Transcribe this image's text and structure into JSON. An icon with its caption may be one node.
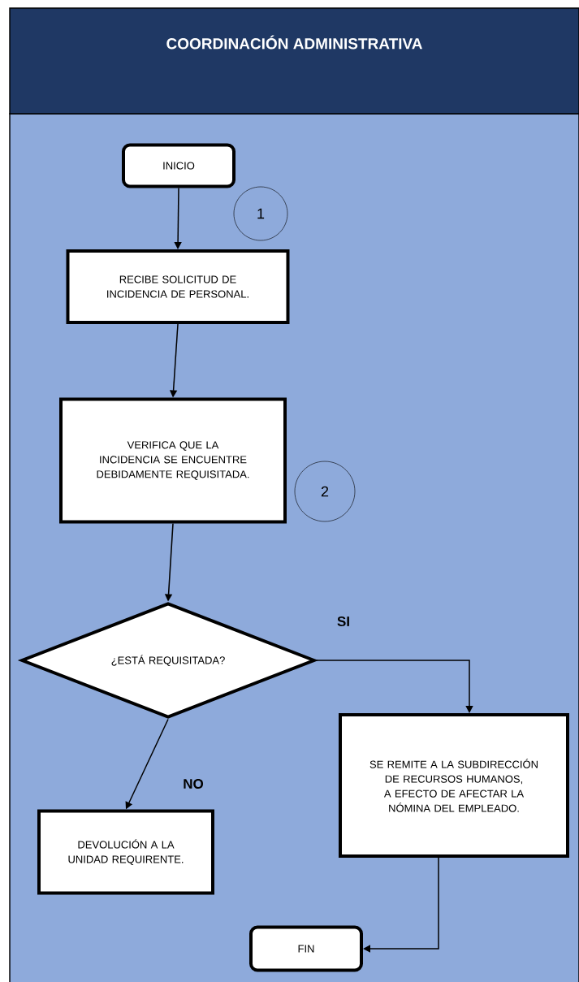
{
  "diagram": {
    "title": "COORDINACIÓN ADMINISTRATIVA",
    "nodes": [
      {
        "text": [
          "INICIO"
        ]
      },
      {
        "text": [
          "1"
        ]
      },
      {
        "text": [
          "RECIBE SOLICITUD DE INCIDENCIA DE PERSONAL."
        ]
      },
      {
        "text": [
          "VERIFICA QUE LA INCIDENCIA SE ENCUENTRE DEBIDAMENTE REQUISITADA."
        ]
      },
      {
        "text": [
          "2"
        ]
      },
      {
        "text": [
          "¿ESTÁ REQUISITADA?"
        ]
      },
      {
        "text": [
          "SE REMITE A LA SUBDIRECCIÓN DE RECURSOS HUMANOS, A EFECTO DE AFECTAR LA NÓMINA DEL EMPLEADO."
        ]
      },
      {
        "text": [
          "DEVOLUCIÓN A LA UNIDAD REQUIRENTE."
        ]
      },
      {
        "text": [
          "FIN"
        ]
      }
    ],
    "edges": [
      {
        "from": 0,
        "to": 2,
        "arrow": "to"
      },
      {
        "from": 2,
        "to": 3,
        "arrow": "to"
      },
      {
        "from": 3,
        "to": 5,
        "arrow": "to"
      },
      {
        "from": 5,
        "to": 6,
        "arrow": "to",
        "label": "SI"
      },
      {
        "from": 5,
        "to": 7,
        "arrow": "to",
        "label": "NO"
      },
      {
        "from": 6,
        "to": 8,
        "arrow": "to"
      }
    ]
  }
}
